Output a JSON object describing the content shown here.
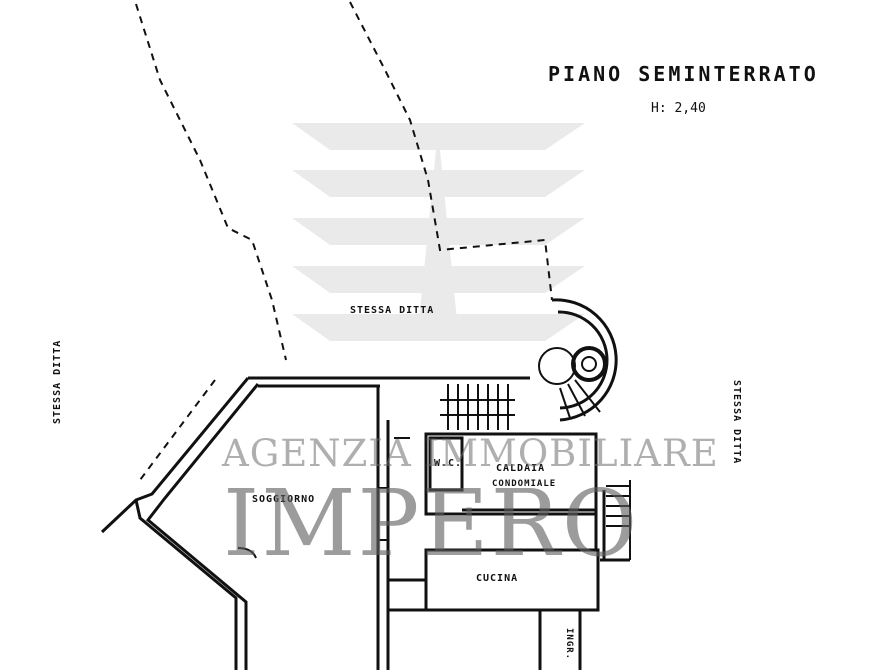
{
  "title": "PIANO SEMINTERRATO",
  "height_label": "H: 2,40",
  "labels": {
    "stessa_ditta_top": "STESSA DITTA",
    "stessa_ditta_left": "STESSA DITTA",
    "stessa_ditta_right": "STESSA DITTA",
    "wc": "W.C.",
    "caldaia_line1": "CALDAIA",
    "caldaia_line2": "CONDOMIALE",
    "soggiorno": "SOGGIORNO",
    "cucina": "CUCINA",
    "ingresso": "INGR."
  },
  "watermark": {
    "agency": "AGENZIA IMMOBILIARE",
    "brand": "IMPERO",
    "icon": "tower-logo-icon"
  },
  "colors": {
    "ink": "#111111",
    "watermark": "#6e6e6e"
  }
}
